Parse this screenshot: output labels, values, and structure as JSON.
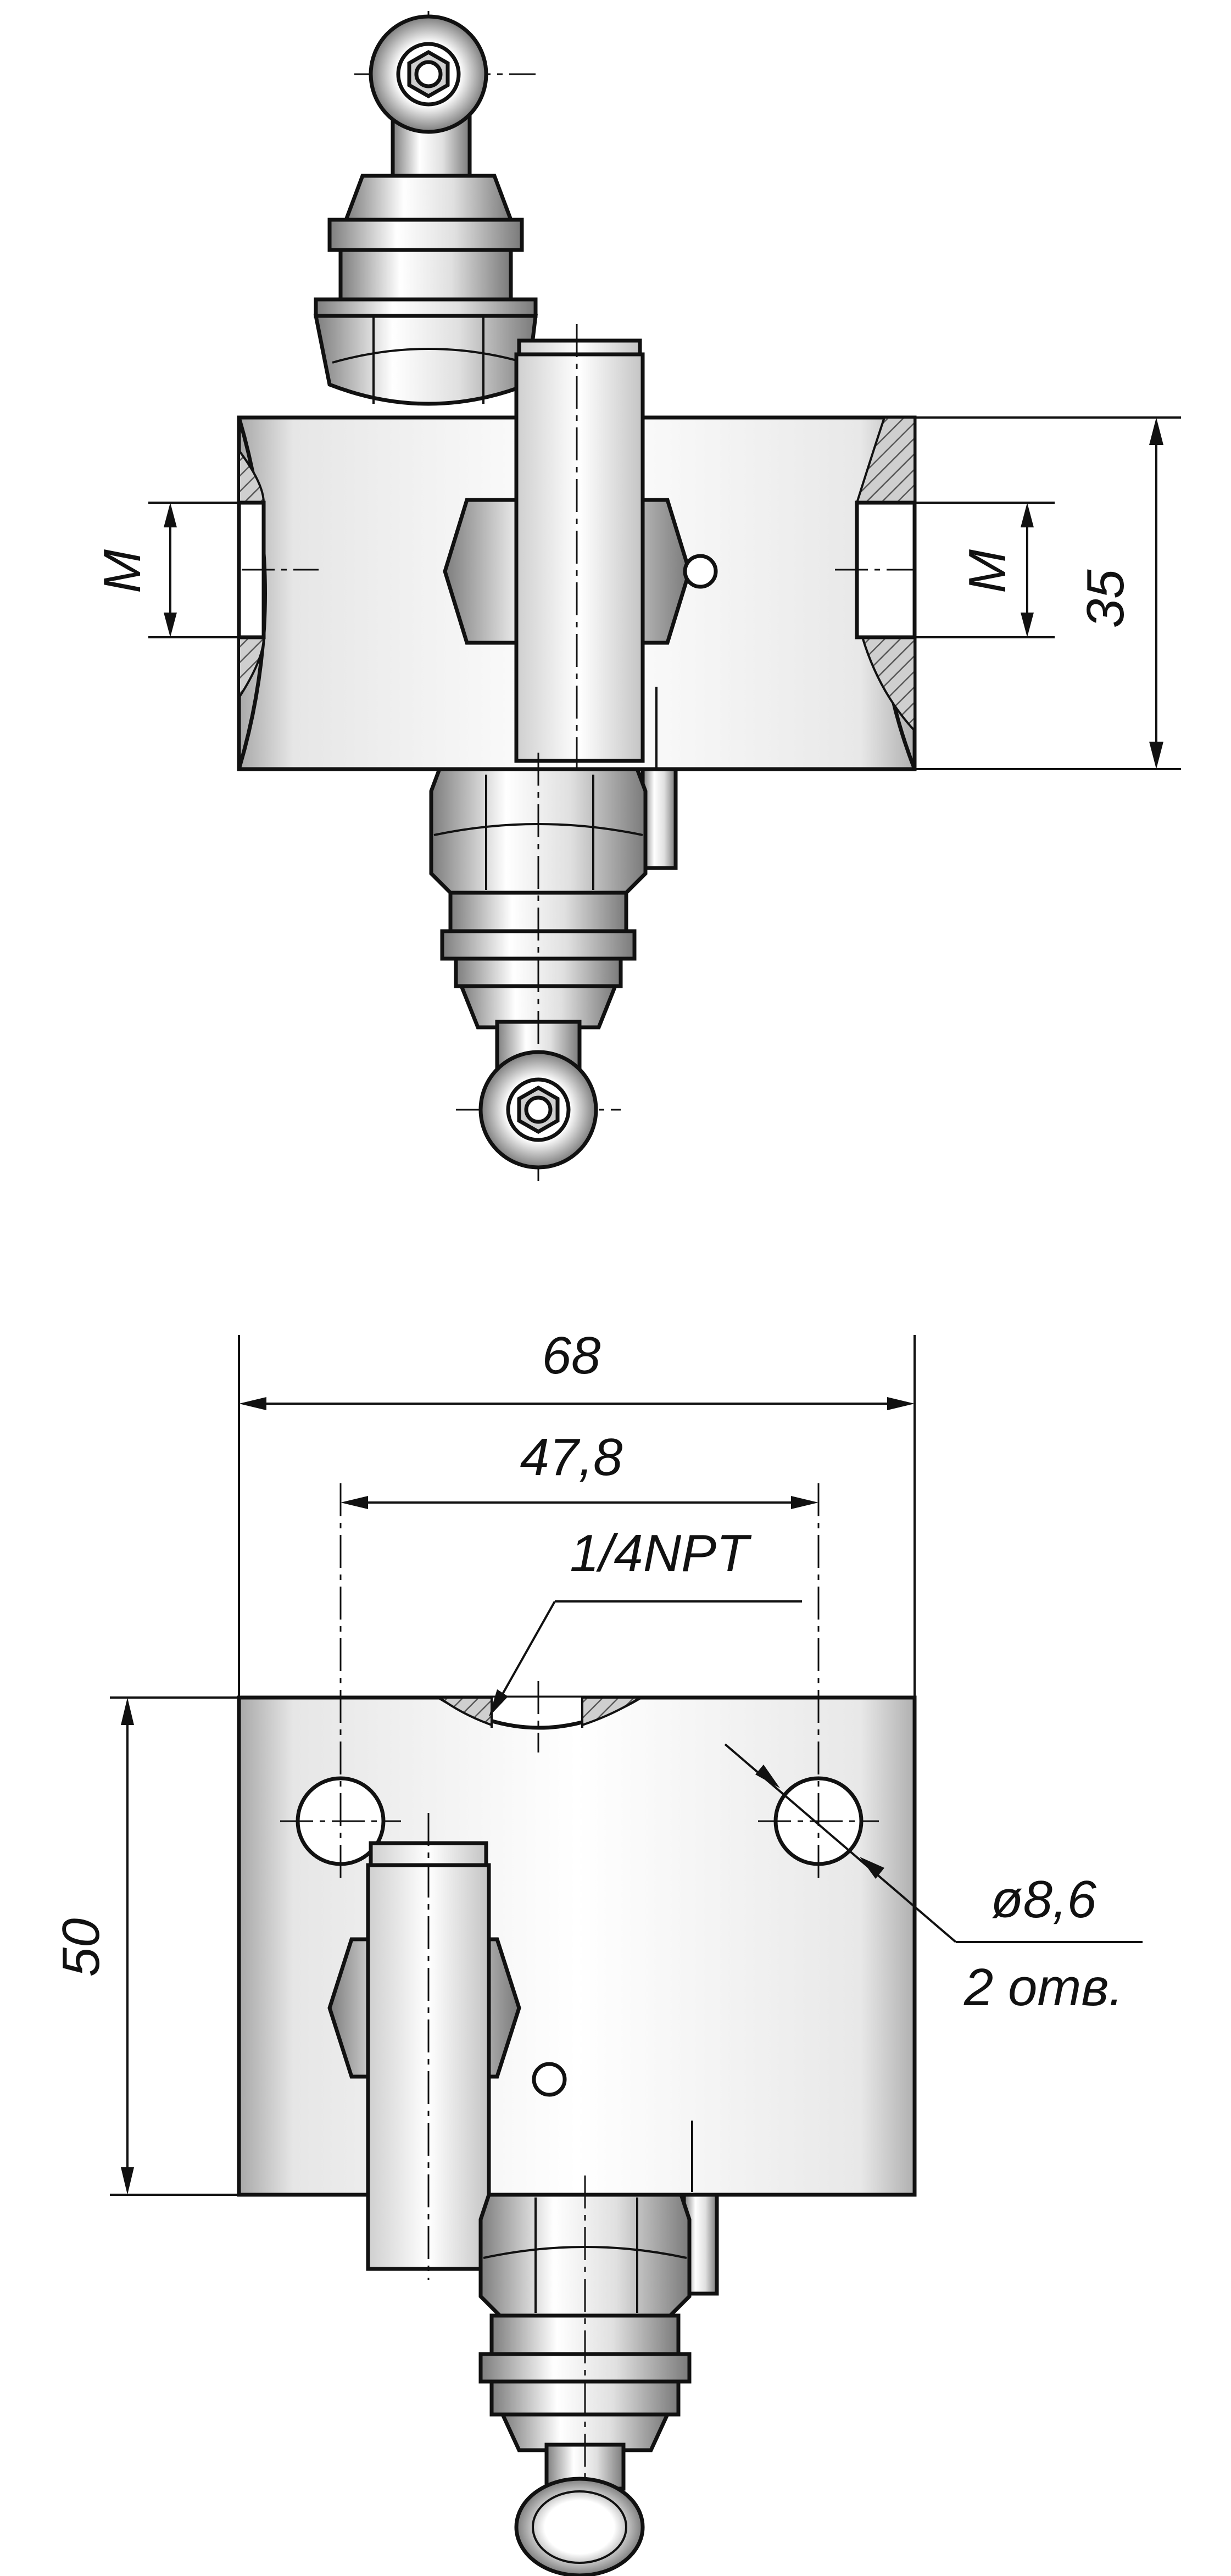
{
  "view_top": {
    "left_thread": "M",
    "right_thread": "M",
    "height_dim": "35"
  },
  "view_bottom": {
    "width_dim": "68",
    "holes_spacing_dim": "47,8",
    "port_thread": "1/4NPT",
    "hole_diameter": "ø8,6",
    "hole_count": "2 отв.",
    "height_dim": "50"
  },
  "colors": {
    "line": "#111111",
    "hatch": "#555555",
    "metal_light": "#f4f4f4",
    "metal_dark": "#9a9a9a"
  }
}
